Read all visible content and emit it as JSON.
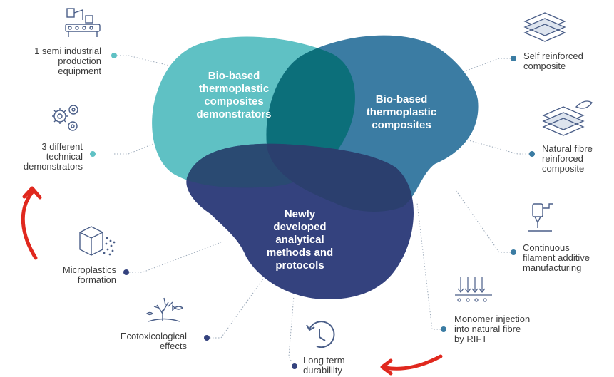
{
  "blobs": {
    "demonstrators": "Bio-based\nthermoplastic\ncomposites\ndemonstrators",
    "composites": "Bio-based\nthermoplastic\ncomposites",
    "methods": "Newly\ndeveloped\nanalytical\nmethods and\nprotocols"
  },
  "labels": {
    "semi_industrial": "1 semi industrial\nproduction\nequipment",
    "technical_demos": "3 different\ntechnical\ndemonstrators",
    "microplastics": "Microplastics\nformation",
    "ecotox": "Ecotoxicological\neffects",
    "durability": "Long term\ndurabililty",
    "self_reinforced": "Self reinforced\ncomposite",
    "natural_fibre": "Natural fibre\nreinforced\ncomposite",
    "additive": "Continuous\nfilament additive\nmanufacturing",
    "monomer": "Monomer injection\ninto natural fibre\nby RIFT"
  },
  "icons": [
    "conveyor-machine-icon",
    "gears-icon",
    "cube-particles-icon",
    "coral-fish-icon",
    "clock-icon",
    "layered-sheets-icon",
    "fibre-leaf-layers-icon",
    "3d-printer-icon",
    "injection-arrows-icon",
    "curved-arrow-icon"
  ],
  "colors": {
    "teal": "#5fc1c4",
    "steel_blue": "#3b7ca3",
    "navy": "#34427e",
    "dark_teal_overlap": "#0c6f7a",
    "dark_navy_overlap": "#2a4470",
    "red_arrow": "#e0281e",
    "icon": "#4a5e88"
  }
}
